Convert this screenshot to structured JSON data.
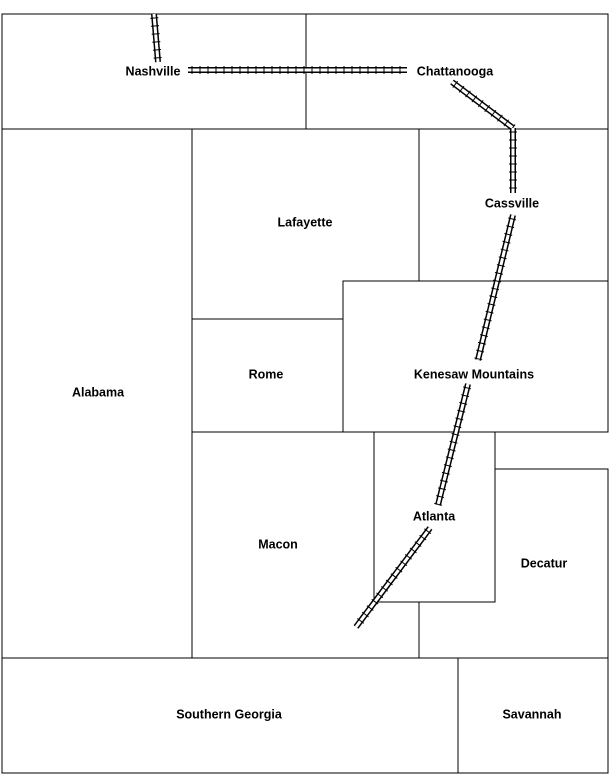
{
  "regions": {
    "nashville": "Nashville",
    "chattanooga": "Chattanooga",
    "alabama": "Alabama",
    "lafayette": "Lafayette",
    "cassville": "Cassville",
    "rome": "Rome",
    "kenesaw": "Kenesaw Mountains",
    "macon": "Macon",
    "atlanta": "Atlanta",
    "decatur": "Decatur",
    "southern_georgia": "Southern Georgia",
    "savannah": "Savannah"
  },
  "colors": {
    "line": "#000000",
    "background": "#ffffff"
  },
  "railroad": {
    "icon": "railroad-track"
  }
}
